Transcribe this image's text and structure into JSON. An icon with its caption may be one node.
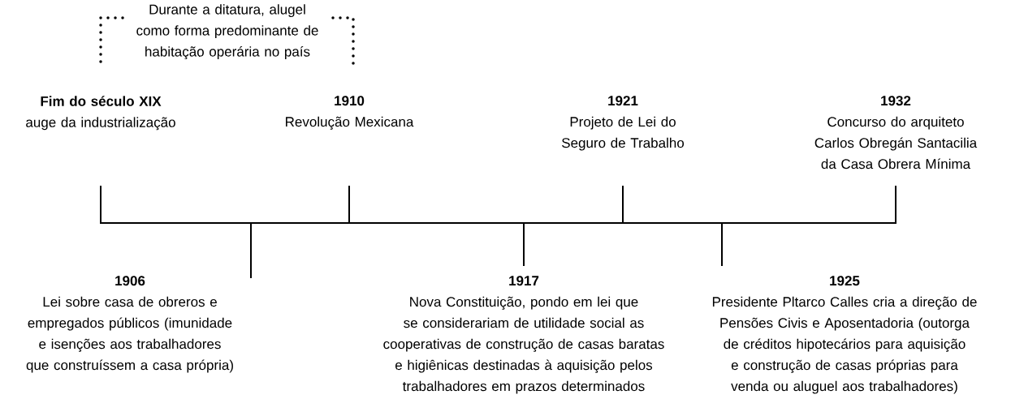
{
  "diagram": {
    "nodes": [
      {
        "text": [
          "Fim do século XIX",
          "auge da industrialização"
        ]
      },
      {
        "text": [
          "1910",
          "Revolução Mexicana"
        ]
      },
      {
        "text": [
          "1921",
          "Projeto de Lei do Seguro de Trabalho"
        ]
      },
      {
        "text": [
          "1932",
          "Concurso do arquiteto Carlos Obregán Santacilia da Casa Obrera Mínima"
        ]
      },
      {
        "text": [
          "1906",
          "Lei sobre casa de obreros e empregados públicos (imunidade e isenções aos trabalhadores que construíssem a casa própria)"
        ]
      },
      {
        "text": [
          "1917",
          "Nova Constituição, pondo em lei que se considerariam de utilidade social as cooperativas de construção de casas baratas e higiênicas destinadas à aquisição pelos trabalhadores em prazos determinados"
        ]
      },
      {
        "text": [
          "1925",
          "Presidente Pltarco Calles cria a direção de Pensões Civis e Aposentadoria (outorga de créditos hipotecários para aquisição e construção de casas próprias para venda ou aluguel aos trabalhadores)"
        ]
      }
    ],
    "labels": [
      "Durante a ditatura, alugel como forma predominante de habitação operária no país"
    ]
  }
}
